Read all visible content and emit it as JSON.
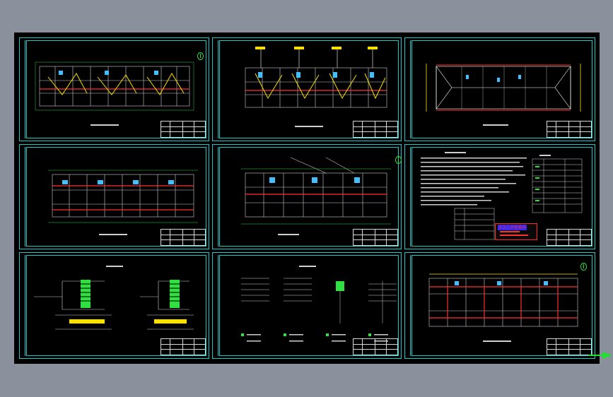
{
  "window": {
    "background_color": "#8a919c",
    "canvas_color": "#000000",
    "frame_color": "#19c8c8"
  },
  "sheets": [
    {
      "id": "sheet-1",
      "kind": "floor-plan-wiring",
      "north_arrow": true
    },
    {
      "id": "sheet-2",
      "kind": "floor-plan-wiring",
      "north_arrow": false
    },
    {
      "id": "sheet-3",
      "kind": "roof-plan",
      "north_arrow": false
    },
    {
      "id": "sheet-4",
      "kind": "floor-plan",
      "north_arrow": false
    },
    {
      "id": "sheet-5",
      "kind": "floor-plan",
      "north_arrow": true
    },
    {
      "id": "sheet-6",
      "kind": "design-notes",
      "north_arrow": false
    },
    {
      "id": "sheet-7",
      "kind": "riser-diagram",
      "north_arrow": false
    },
    {
      "id": "sheet-8",
      "kind": "riser-diagram",
      "north_arrow": false
    },
    {
      "id": "sheet-9",
      "kind": "floor-plan",
      "north_arrow": true
    }
  ],
  "stamp": {
    "title": "天天工作室素材",
    "color": "#ff2a2a"
  },
  "marker": {
    "color": "#20e030"
  }
}
